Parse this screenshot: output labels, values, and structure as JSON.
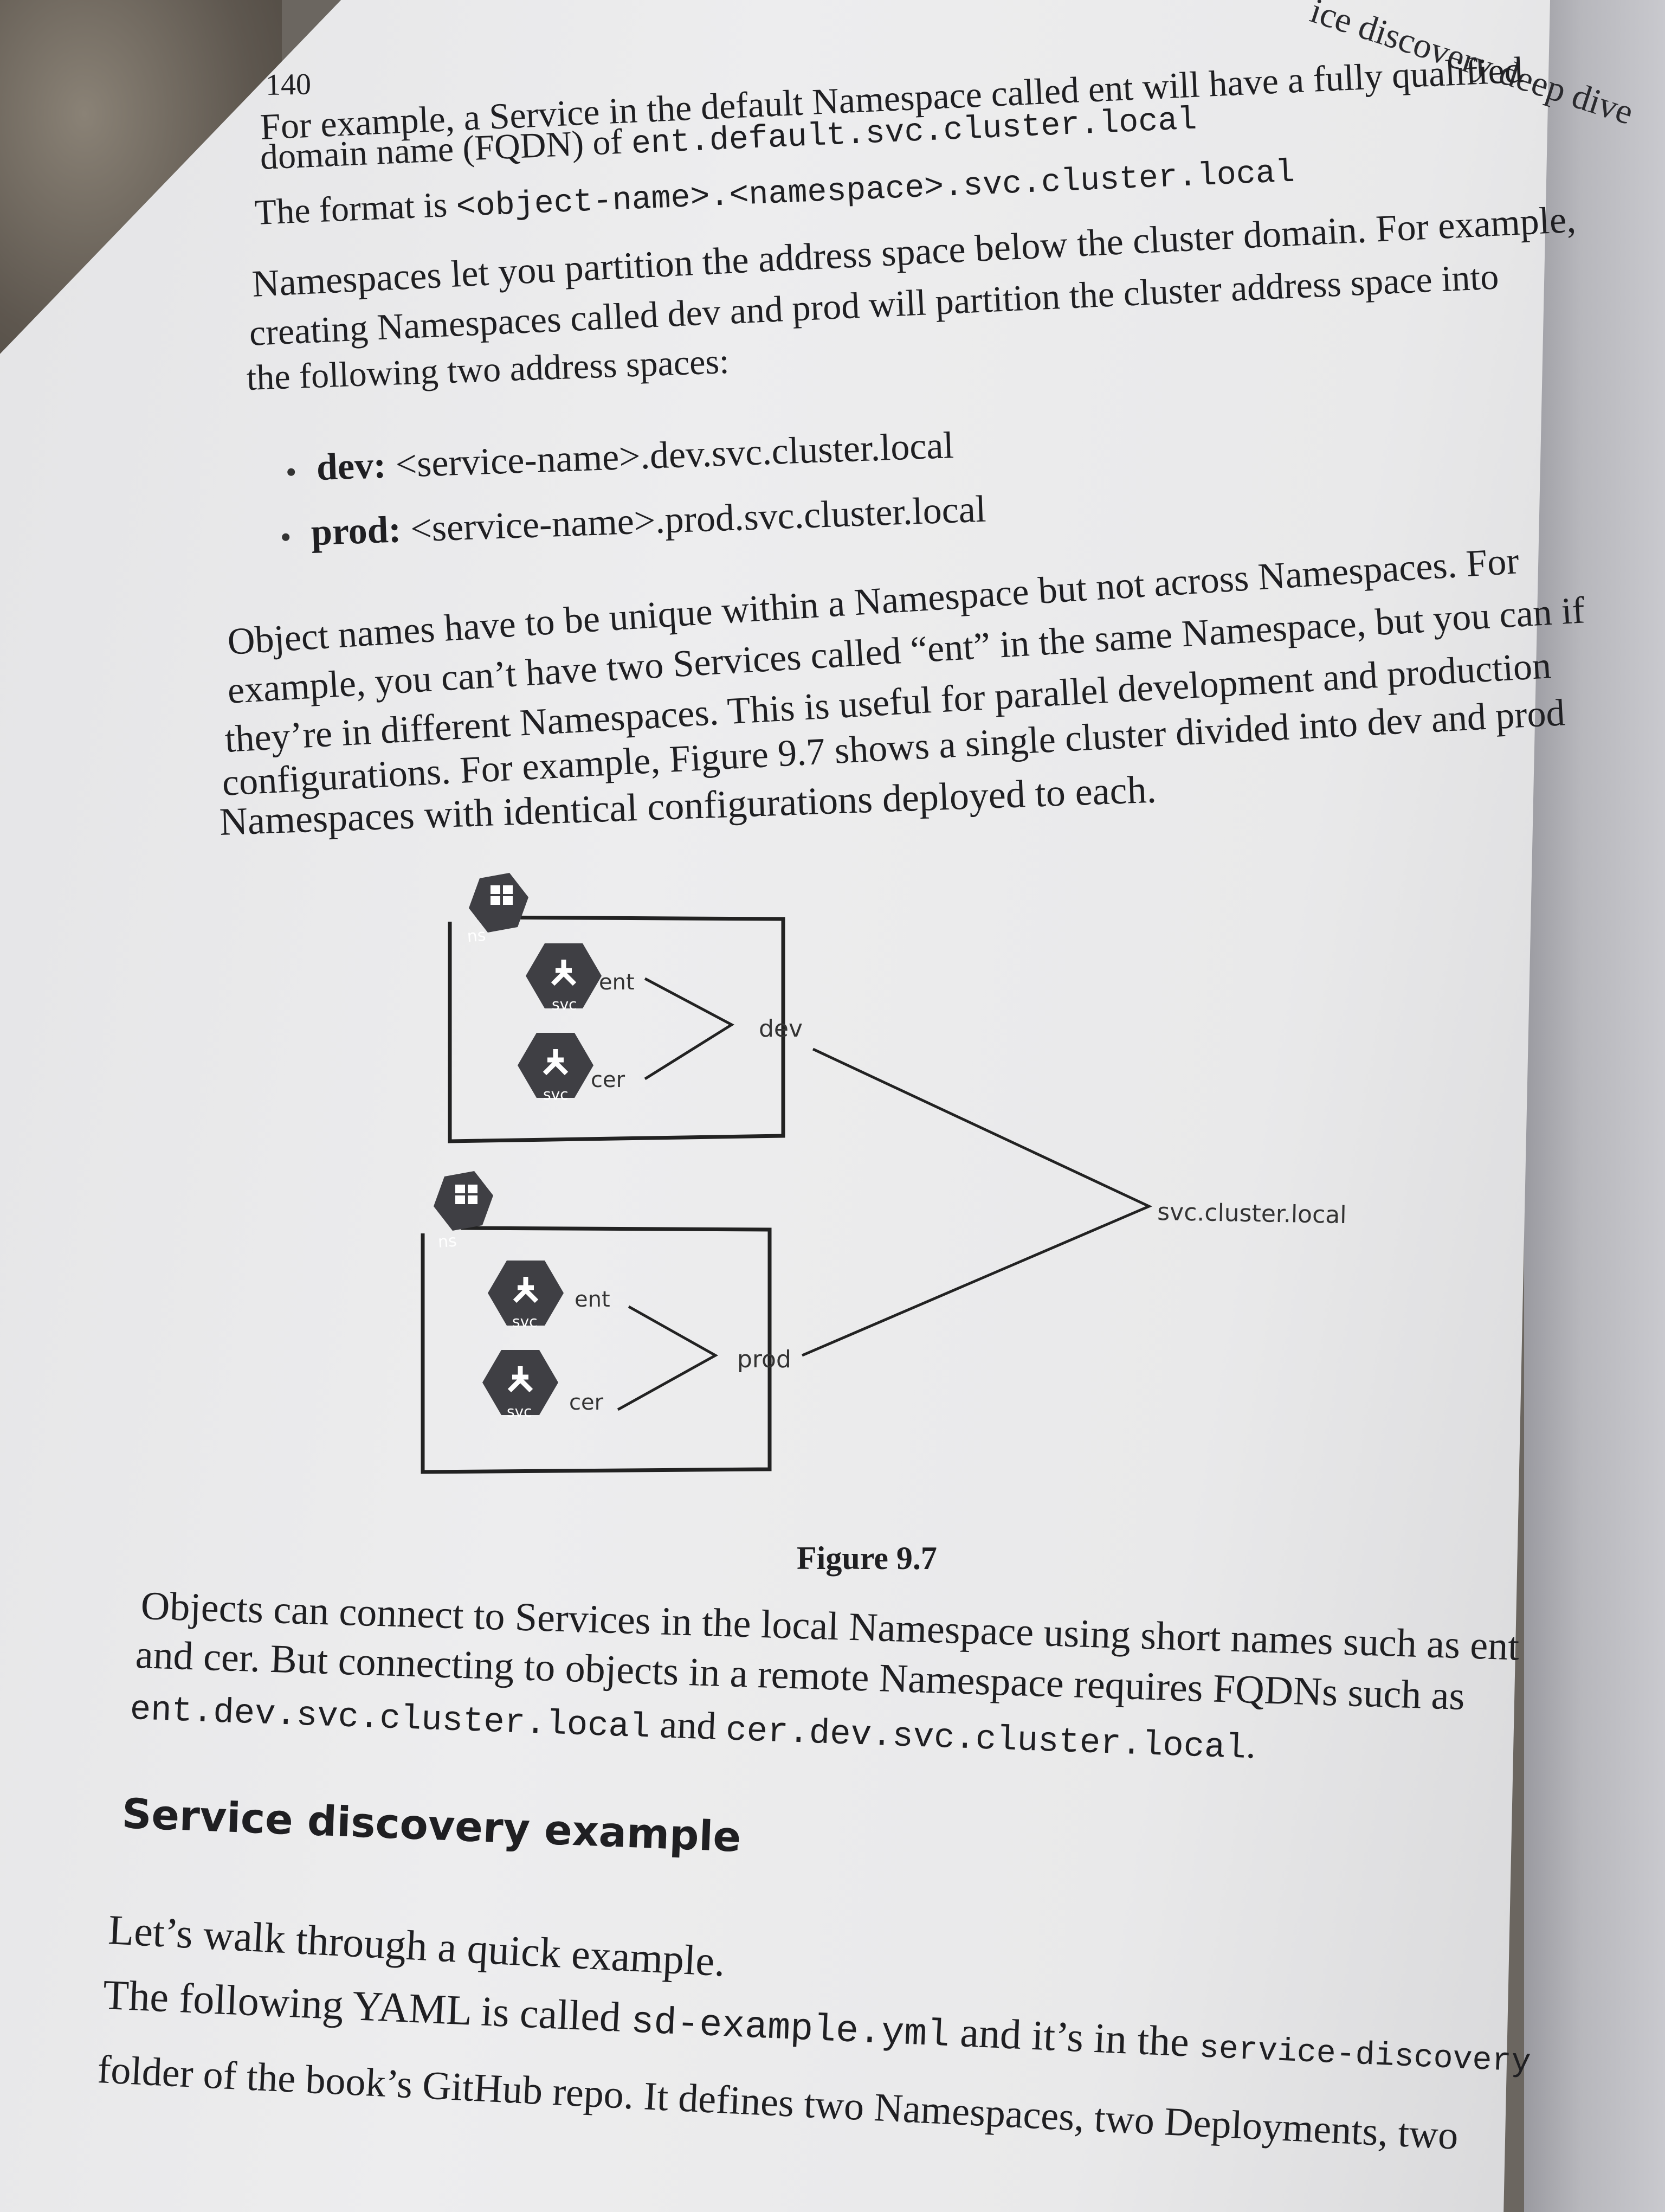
{
  "header": {
    "page_number": "140",
    "running_head": "ice discovery deep dive"
  },
  "paragraphs": {
    "p1_line1": "For example, a Service in the default Namespace called ent will have a fully qualified",
    "p1_line2_a": "domain name (FQDN) of ",
    "p1_line2_code": "ent.default.svc.cluster.local",
    "p2_a": "The format is ",
    "p2_code": "<object-name>.<namespace>.svc.cluster.local",
    "p3_line1": "Namespaces let you partition the address space below the cluster domain. For example,",
    "p3_line2": "creating Namespaces called dev and prod will partition the cluster address space into",
    "p3_line3": "the following two address spaces:",
    "p4_line1": "Object names have to be unique within a Namespace but not across Namespaces. For",
    "p4_line2": "example, you can’t have two Services called “ent” in the same Namespace, but you can if",
    "p4_line3": "they’re in different Namespaces. This is useful for parallel development and production",
    "p4_line4": "configurations. For example, Figure 9.7 shows a single cluster divided into dev and prod",
    "p4_line5": "Namespaces with identical configurations deployed to each."
  },
  "bullets": [
    {
      "label": "dev:",
      "value": "<service-name>.dev.svc.cluster.local"
    },
    {
      "label": "prod:",
      "value": "<service-name>.prod.svc.cluster.local"
    }
  ],
  "figure": {
    "ns_label": "ns",
    "svc_label": "svc",
    "top_ns": {
      "svc1": "ent",
      "svc2": "cer",
      "name": "dev"
    },
    "bottom_ns": {
      "svc1": "ent",
      "svc2": "cer",
      "name": "prod"
    },
    "cluster_domain": "svc.cluster.local",
    "caption": "Figure 9.7"
  },
  "after_figure": {
    "line1": "Objects can connect to Services in the local Namespace using short names such as ent",
    "line2": "and cer. But connecting to objects in a remote Namespace requires FQDNs such as",
    "line3_code1": "ent.dev.svc.cluster.local",
    "line3_and": " and ",
    "line3_code2": "cer.dev.svc.cluster.local",
    "line3_end": "."
  },
  "section": {
    "heading": "Service discovery example",
    "line1": "Let’s walk through a quick example.",
    "line2_a": "The following YAML is called ",
    "line2_code": "sd-example.yml",
    "line2_b": " and it’s in the ",
    "line2_code2": "service-discovery",
    "line3": "folder of the book’s GitHub repo. It defines two Namespaces, two Deployments, two"
  }
}
